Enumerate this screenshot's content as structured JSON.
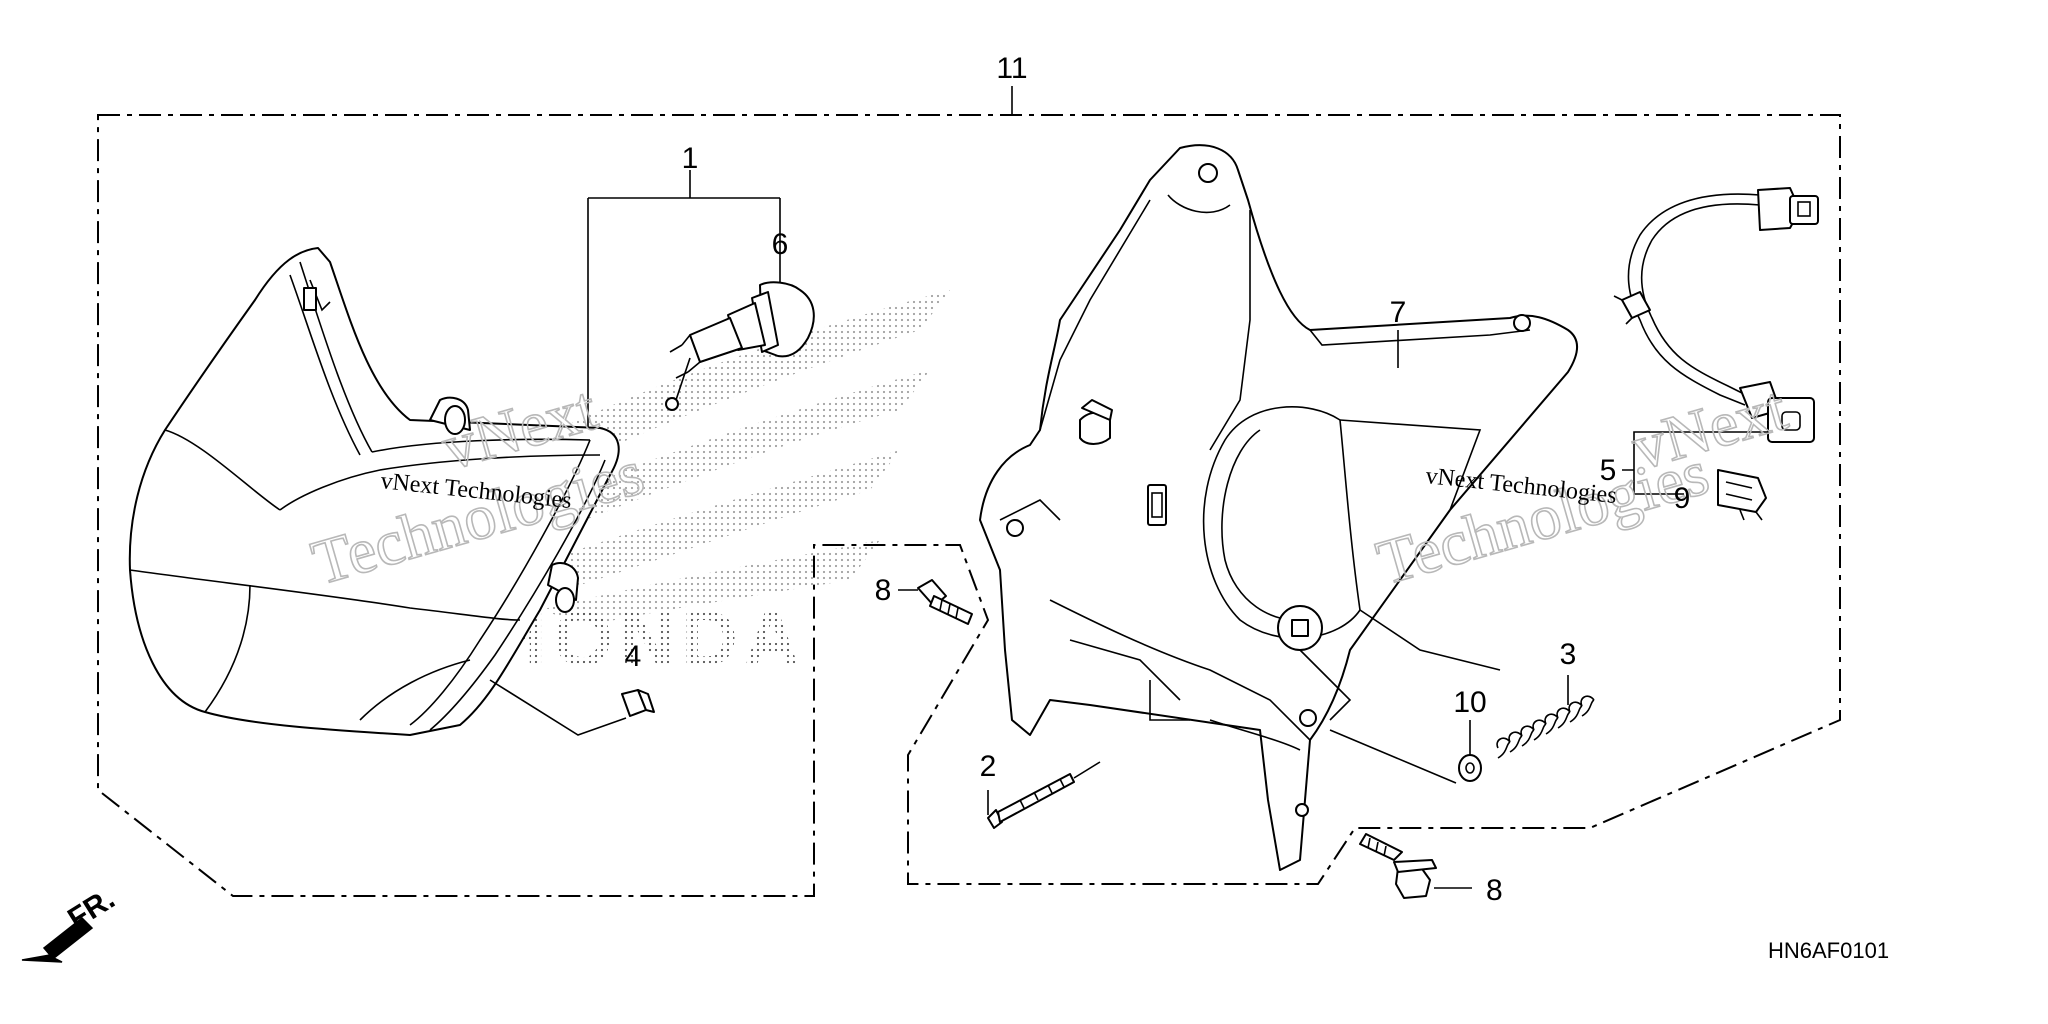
{
  "diagram": {
    "drawing_code": "HN6AF0101",
    "front_marker": "FR.",
    "watermark": {
      "brand": "vNext Technologies",
      "line1": "vNext",
      "line2": "Technologies"
    },
    "callouts": [
      {
        "id": "c11",
        "label": "11"
      },
      {
        "id": "c1",
        "label": "1"
      },
      {
        "id": "c6",
        "label": "6"
      },
      {
        "id": "c7",
        "label": "7"
      },
      {
        "id": "c5",
        "label": "5"
      },
      {
        "id": "c9",
        "label": "9"
      },
      {
        "id": "c8a",
        "label": "8"
      },
      {
        "id": "c4",
        "label": "4"
      },
      {
        "id": "c2",
        "label": "2"
      },
      {
        "id": "c10",
        "label": "10"
      },
      {
        "id": "c3",
        "label": "3"
      },
      {
        "id": "c8b",
        "label": "8"
      }
    ]
  }
}
